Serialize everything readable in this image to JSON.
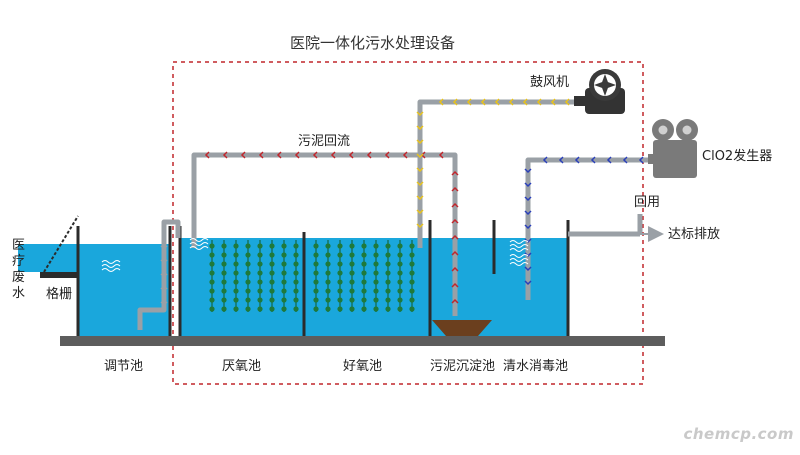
{
  "title": "医院一体化污水处理设备",
  "labels": {
    "inlet": "医疗废水",
    "grille": "格栅",
    "regulating_tank": "调节池",
    "anaerobic_tank": "厌氧池",
    "aerobic_tank": "好氧池",
    "sludge_settling_tank": "污泥沉淀池",
    "clear_water_disinfection_tank": "清水消毒池",
    "blower": "鼓风机",
    "sludge_return": "污泥回流",
    "clo2_generator": "ClO2发生器",
    "reuse": "回用",
    "discharge": "达标排放"
  },
  "watermark": "chemcp.com",
  "colors": {
    "water": "#1aa7dc",
    "pipe": "#9aa0a6",
    "wall": "#2b2b2b",
    "ground": "#5d5d5d",
    "boundary": "#c0262c",
    "air_arrow": "#e8c21a",
    "sludge_arrow": "#c0262c",
    "disinfectant_arrow": "#2a3fb8",
    "bio_media": "#1f7a3a",
    "sludge": "#6b3f1e"
  }
}
